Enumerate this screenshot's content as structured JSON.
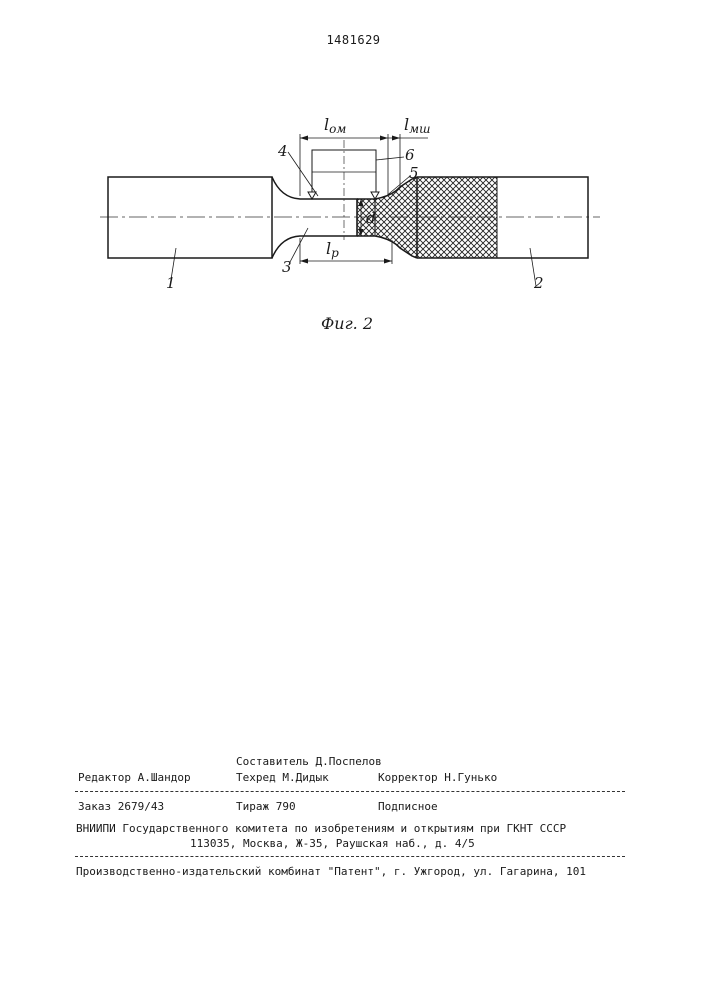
{
  "document": {
    "patent_number": "1481629"
  },
  "figure": {
    "caption": "Фиг. 2",
    "labels": {
      "part1": "1",
      "part2": "2",
      "part3": "3",
      "part4": "4",
      "part5": "5",
      "part6": "6",
      "diameter": "d",
      "l_om_main": "l",
      "l_om_sub": "ом",
      "l_msh_main": "l",
      "l_msh_sub": "мш",
      "l_p_main": "l",
      "l_p_sub": "p"
    }
  },
  "imprint": {
    "compiler": "Составитель Д.Поспелов",
    "editor": "Редактор А.Шандор",
    "techred": "Техред М.Дидык",
    "corrector": "Корректор Н.Гунько",
    "order": "Заказ 2679/43",
    "circulation": "Тираж 790",
    "subscription": "Подписное",
    "institute": "ВНИИПИ Государственного комитета по изобретениям и открытиям при ГКНТ СССР",
    "address": "113035, Москва, Ж-35, Раушская наб., д. 4/5",
    "publisher": "Производственно-издательский комбинат \"Патент\", г. Ужгород, ул. Гагарина, 101"
  }
}
